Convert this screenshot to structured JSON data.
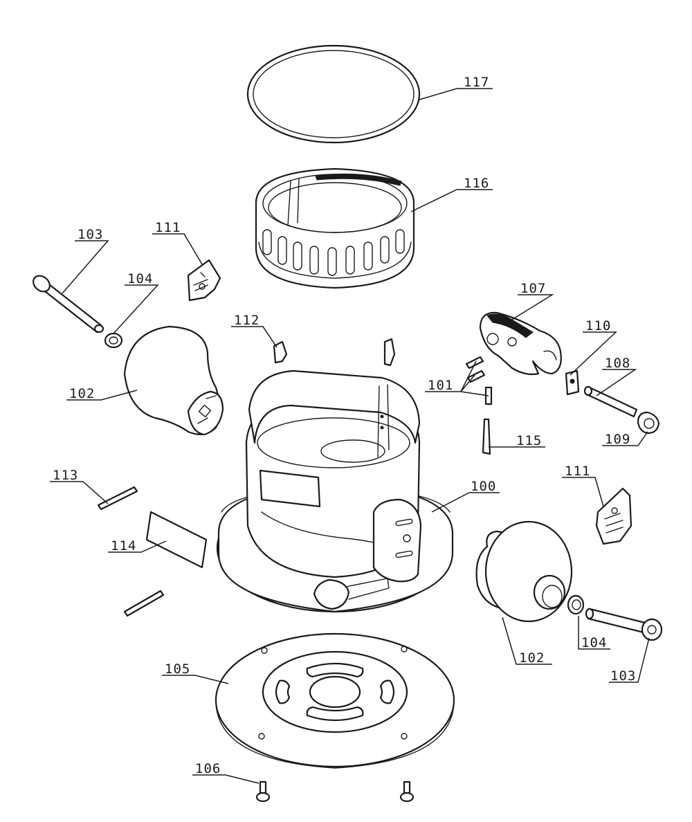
{
  "diagram": {
    "callouts": [
      {
        "id": "c117a",
        "text": "117"
      },
      {
        "id": "c116a",
        "text": "116"
      },
      {
        "id": "c111a",
        "text": "111"
      },
      {
        "id": "c103a",
        "text": "103"
      },
      {
        "id": "c104a",
        "text": "104"
      },
      {
        "id": "c107a",
        "text": "107"
      },
      {
        "id": "c112a",
        "text": "112"
      },
      {
        "id": "c110a",
        "text": "110"
      },
      {
        "id": "c108a",
        "text": "108"
      },
      {
        "id": "c101a",
        "text": "101"
      },
      {
        "id": "c102a",
        "text": "102"
      },
      {
        "id": "c115a",
        "text": "115"
      },
      {
        "id": "c109a",
        "text": "109"
      },
      {
        "id": "c113a",
        "text": "113"
      },
      {
        "id": "c111b",
        "text": "111"
      },
      {
        "id": "c100a",
        "text": "100"
      },
      {
        "id": "c114a",
        "text": "114"
      },
      {
        "id": "c104b",
        "text": "104"
      },
      {
        "id": "c102b",
        "text": "102"
      },
      {
        "id": "c105a",
        "text": "105"
      },
      {
        "id": "c103b",
        "text": "103"
      },
      {
        "id": "c106a",
        "text": "106"
      }
    ]
  }
}
